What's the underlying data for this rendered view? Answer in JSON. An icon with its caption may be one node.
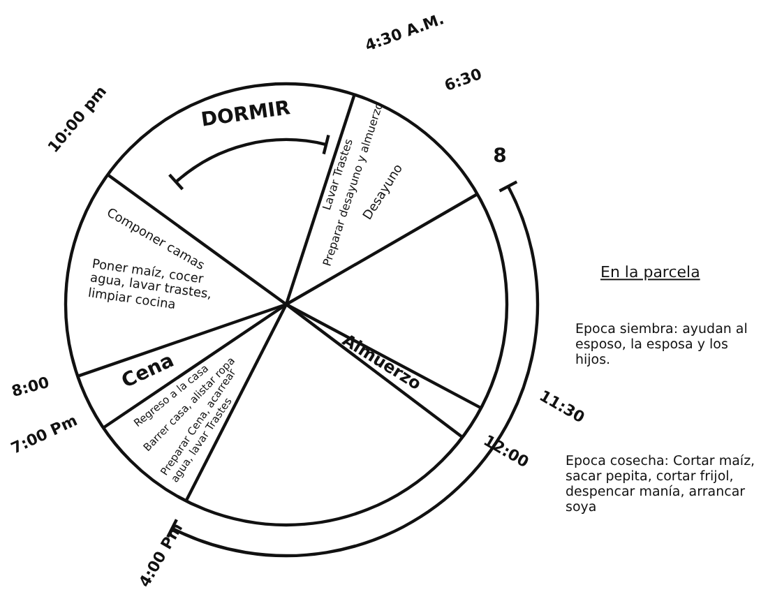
{
  "diagram": {
    "nodes": [
      {
        "text": [
          "Lavar Trastes",
          "Preparar desayuno y almuerzo",
          "Desayuno"
        ]
      },
      {
        "text": [
          "Almuerzo"
        ]
      },
      {
        "text": [
          "Preparar Cena, acarrear agua, lavar Trastes",
          "Barrer casa, alistar ropa",
          "Regreso a la casa"
        ]
      },
      {
        "text": [
          "Cena"
        ]
      },
      {
        "text": [
          "Componer camas",
          "Poner maíz, cocer agua, lavar trastes, limpiar cocina"
        ]
      }
    ],
    "labels": [
      "DORMIR",
      "4:30 A.M.",
      "6:30",
      "8",
      "11:30",
      "12:00",
      "4:00 Pm",
      "7:00 Pm",
      "8:00",
      "10:00 pm",
      "En la parcela",
      "Epoca siembra: ayudan al esposo, la esposa y los hijos.",
      "Epoca cosecha: Cortar maíz, sacar pepita, cortar frijol, despencar manía, arrancar soya"
    ]
  }
}
